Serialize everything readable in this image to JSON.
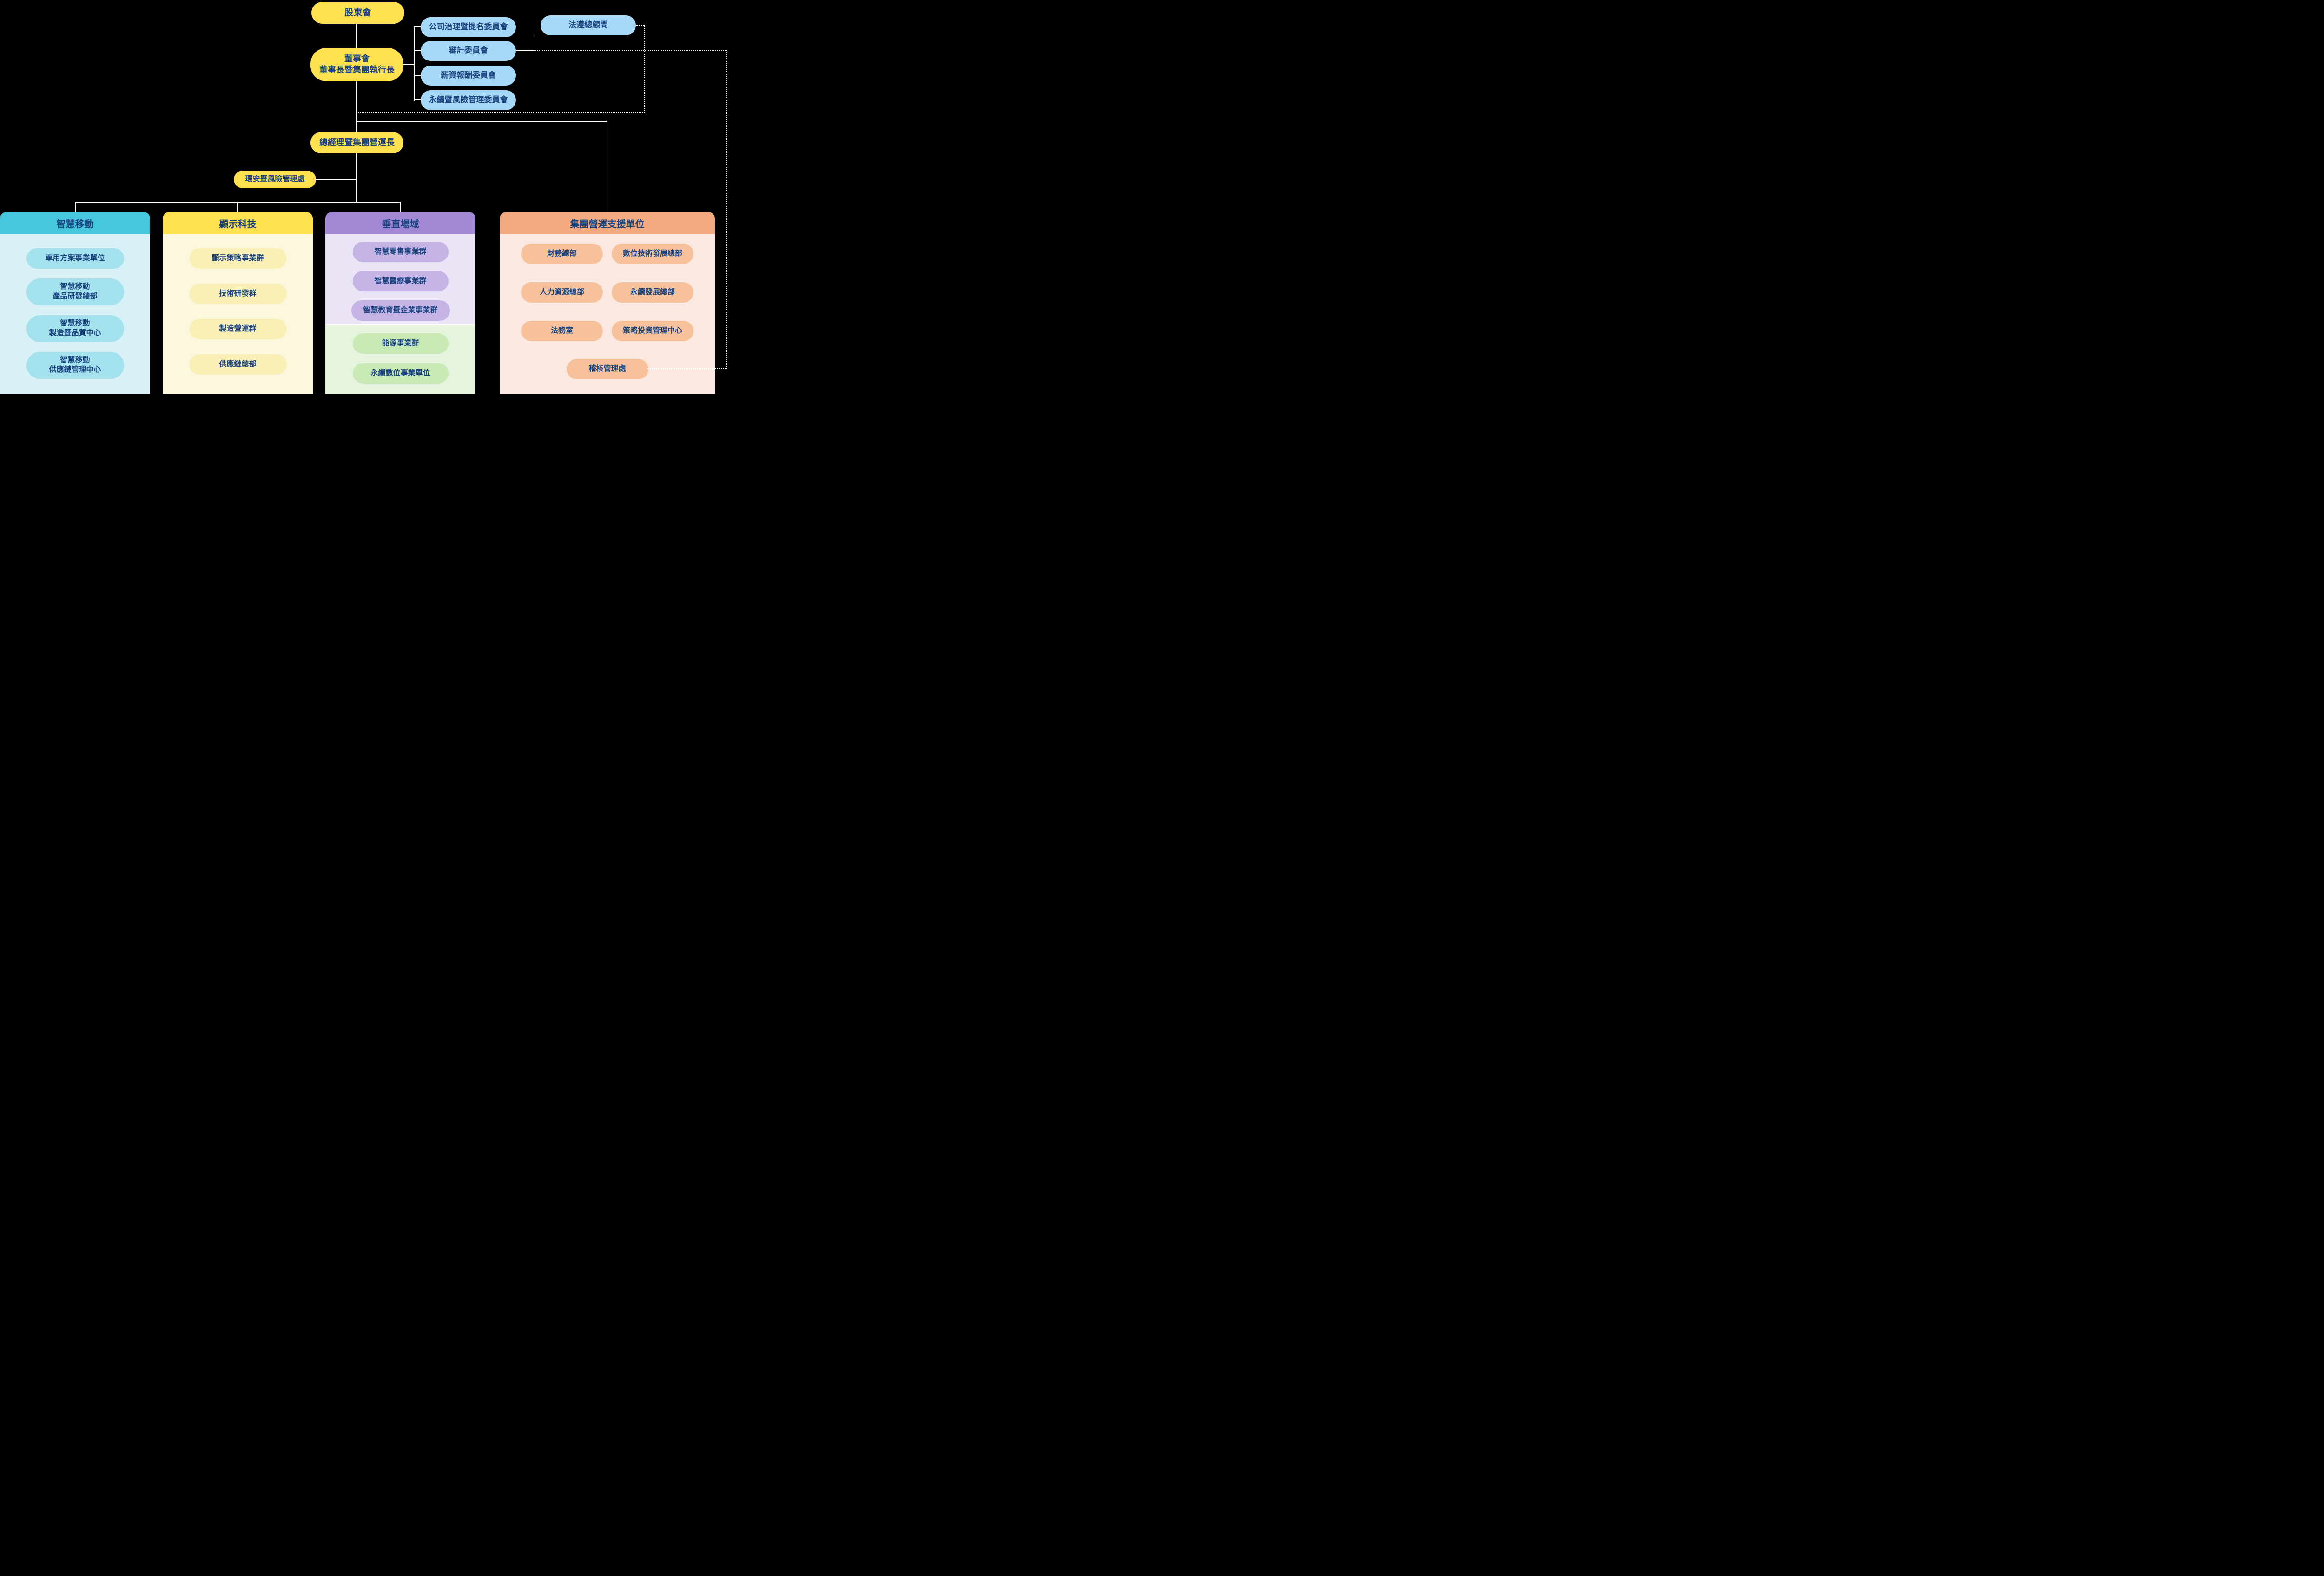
{
  "colors": {
    "background": "#000000",
    "connector_line": "#FFFFFF",
    "text_navy": "#1A4480",
    "yellow_node": "#FFE14F",
    "blue_node": "#A6D9F7",
    "mobility_header": "#45C8DB",
    "mobility_body": "#D8F1F7",
    "mobility_pill": "#A3E1ED",
    "display_body": "#FCF8DE",
    "display_pill": "#FAF0B5",
    "vertical_header": "#A287D4",
    "vertical_body": "#EBE4F6",
    "vertical_pill": "#C6B3E6",
    "green_body": "#E6F4DE",
    "green_pill": "#C8EBB6",
    "support_header": "#F5A97E",
    "support_body": "#FBE9E1",
    "support_pill": "#F7C19C"
  },
  "nodes": {
    "shareholders": {
      "label": "股東會"
    },
    "board": {
      "line1": "董事會",
      "line2": "董事長暨集團執行長"
    },
    "committees": [
      {
        "label": "公司治理暨提名委員會"
      },
      {
        "label": "審計委員會"
      },
      {
        "label": "薪資報酬委員會"
      },
      {
        "label": "永續暨風險管理委員會"
      }
    ],
    "compliance": {
      "label": "法遵總顧問"
    },
    "president": {
      "label": "總經理暨集團營運長"
    },
    "esh": {
      "label": "環安暨風險管理處"
    }
  },
  "groups": [
    {
      "title": "智慧移動",
      "items": [
        {
          "lines": [
            "車用方案事業單位"
          ]
        },
        {
          "lines": [
            "智慧移動",
            "產品研發總部"
          ]
        },
        {
          "lines": [
            "智慧移動",
            "製造暨品質中心"
          ]
        },
        {
          "lines": [
            "智慧移動",
            "供應鏈管理中心"
          ]
        }
      ]
    },
    {
      "title": "顯示科技",
      "items": [
        {
          "lines": [
            "顯示策略事業群"
          ]
        },
        {
          "lines": [
            "技術研發群"
          ]
        },
        {
          "lines": [
            "製造營運群"
          ]
        },
        {
          "lines": [
            "供應鏈總部"
          ]
        }
      ]
    },
    {
      "title": "垂直場域",
      "purple_items": [
        {
          "label": "智慧零售事業群"
        },
        {
          "label": "智慧醫療事業群"
        },
        {
          "label": "智慧教育暨企業事業群"
        }
      ],
      "green_items": [
        {
          "label": "能源事業群"
        },
        {
          "label": "永續數位事業單位"
        }
      ]
    },
    {
      "title": "集團營運支援單位",
      "rows": [
        {
          "left": "財務總部",
          "right": "數位技術發展總部"
        },
        {
          "left": "人力資源總部",
          "right": "永續發展總部"
        },
        {
          "left": "法務室",
          "right": "策略投資管理中心"
        }
      ],
      "bottom": "稽核管理處"
    }
  ]
}
